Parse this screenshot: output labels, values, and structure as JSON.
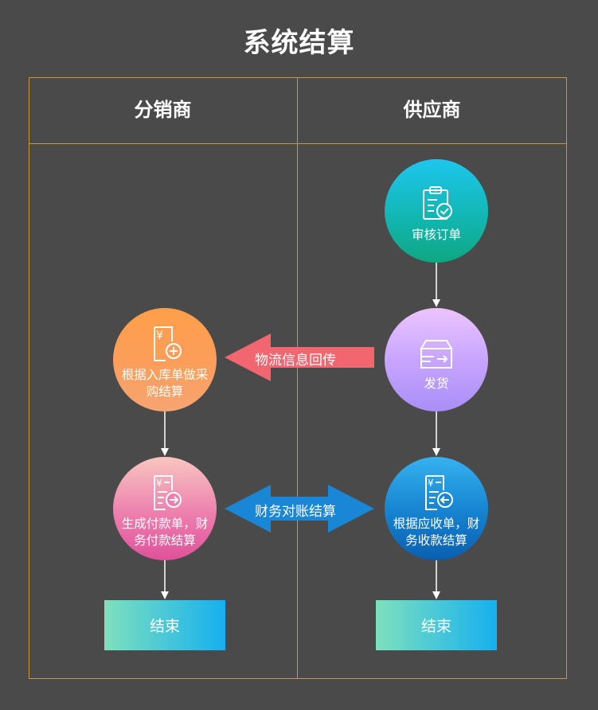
{
  "title": "系统结算",
  "lanes": {
    "distributor": "分销商",
    "supplier": "供应商"
  },
  "nodes": {
    "review_order": "审核订单",
    "ship": "发货",
    "receivable_settlement": "根据应收单，财务收款结算",
    "purchase_settlement": "根据入库单做采购结算",
    "payment_settlement": "生成付款单，财务付款结算",
    "end_distributor": "结束",
    "end_supplier": "结束"
  },
  "arrows": {
    "logistics_return": "物流信息回传",
    "reconciliation": "财务对账结算"
  },
  "colors": {
    "frame": "#c89640",
    "logistics_arrow": "#f26670",
    "reconciliation_arrow": "#1a86d6"
  },
  "icons": {
    "review_order": "clipboard-check-icon",
    "ship": "box-arrow-icon",
    "receivable_settlement": "invoice-back-arrow-icon",
    "purchase_settlement": "invoice-plus-icon",
    "payment_settlement": "invoice-forward-arrow-icon"
  }
}
